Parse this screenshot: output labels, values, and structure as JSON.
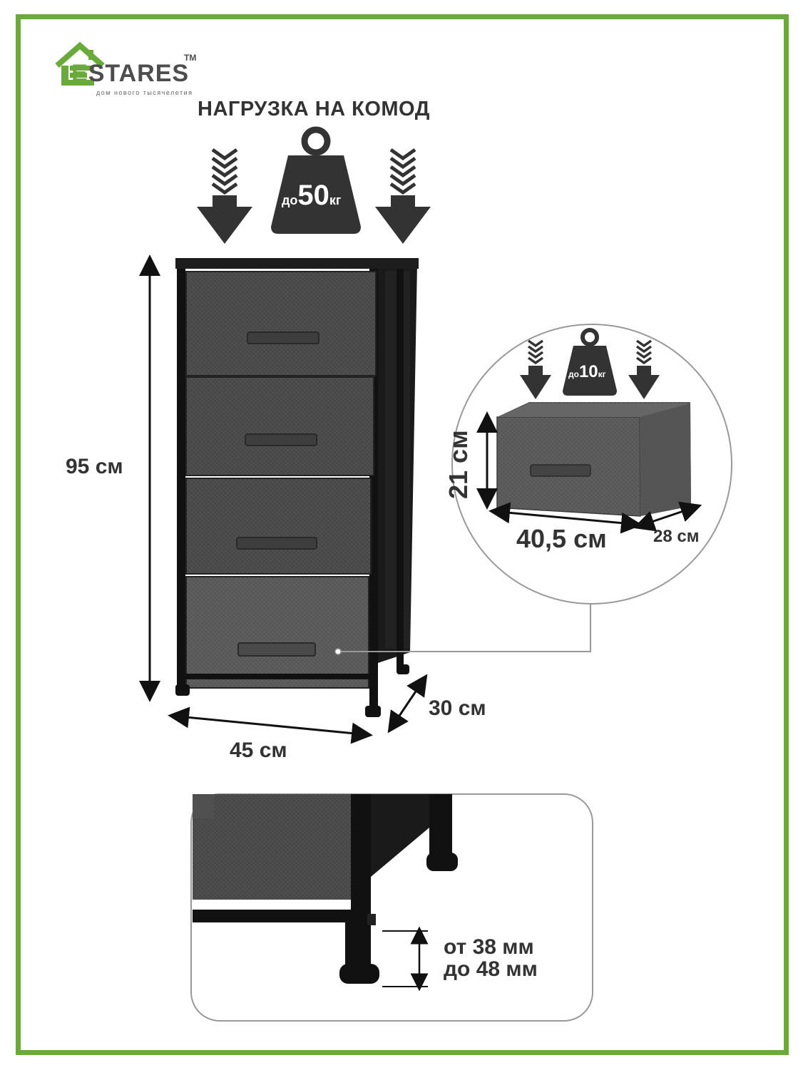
{
  "brand": {
    "name": "STARES",
    "tm": "TM",
    "tagline": "дом нового тысячелетия",
    "accent_color": "#6aaa3a"
  },
  "heading": "НАГРУЗКА НА КОМОД",
  "load_main": {
    "prefix": "до",
    "value": "50",
    "unit": "кг"
  },
  "load_drawer": {
    "prefix": "до",
    "value": "10",
    "unit": "кг"
  },
  "dimensions": {
    "height": "95 см",
    "width": "45 см",
    "depth": "30 см"
  },
  "drawer_dimensions": {
    "height": "21 см",
    "width": "40,5 см",
    "depth": "28 см"
  },
  "foot_adjustment": {
    "line1": "от 38 мм",
    "line2": "до 48 мм"
  },
  "icons": [
    "house-logo-icon",
    "weight-icon",
    "down-arrow-icon"
  ]
}
